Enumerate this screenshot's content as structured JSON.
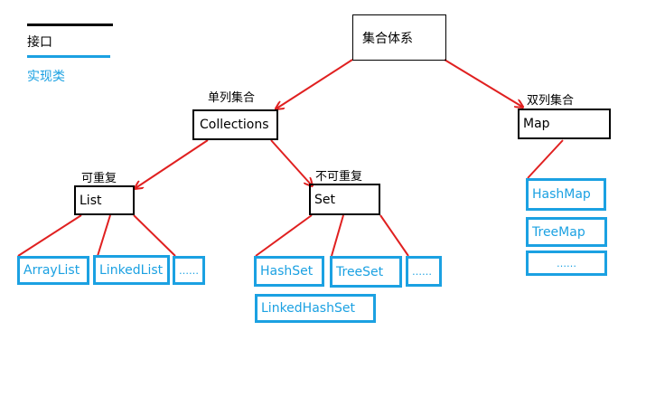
{
  "legend": {
    "interface_label": "接口",
    "impl_label": "实现类"
  },
  "colors": {
    "interface": "#000000",
    "impl": "#1ba1e2",
    "arrow": "#e02020"
  },
  "nodes": {
    "root": "集合体系",
    "collections": "Collections",
    "map": "Map",
    "list": "List",
    "set": "Set",
    "arraylist": "ArrayList",
    "linkedlist": "LinkedList",
    "list_more": "……",
    "hashset": "HashSet",
    "treeset": "TreeSet",
    "set_more": "……",
    "linkedhashset": "LinkedHashSet",
    "hashmap": "HashMap",
    "treemap": "TreeMap",
    "map_more": "……"
  },
  "labels": {
    "single_collection": "单列集合",
    "double_collection": "双列集合",
    "repeatable": "可重复",
    "non_repeatable": "不可重复"
  }
}
